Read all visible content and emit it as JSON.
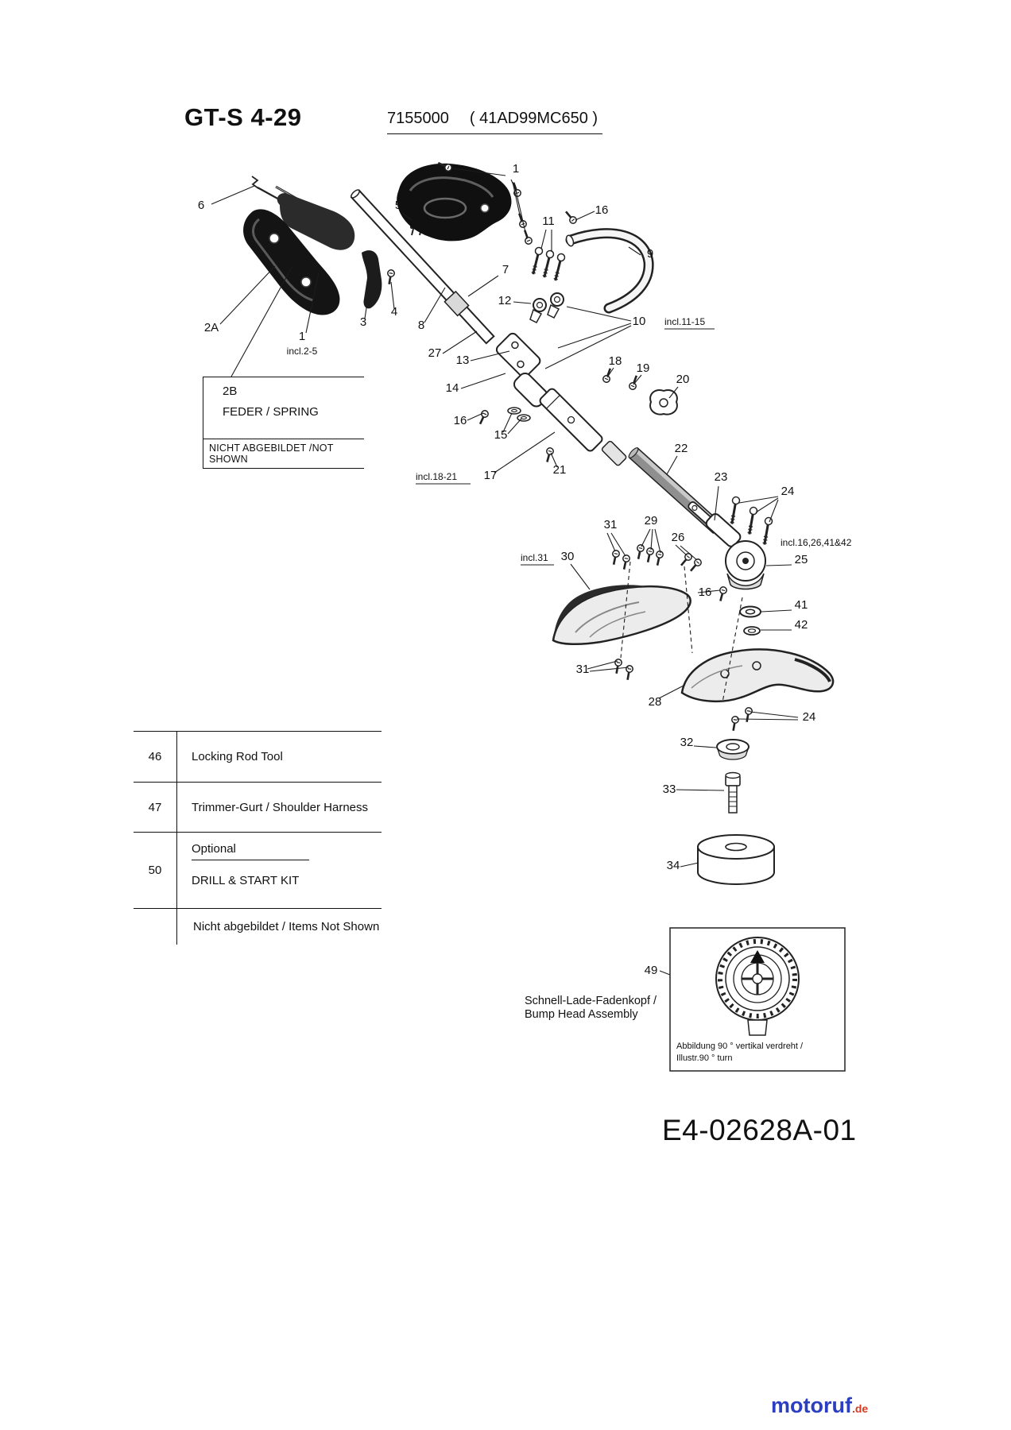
{
  "page": {
    "title": "GT-S 4-29",
    "subtitle_code": "7155000",
    "subtitle_variant": "( 41AD99MC650 )",
    "doc_number": "E4-02628A-01"
  },
  "callouts": {
    "n6": "6",
    "n1_top": "1",
    "n16_top": "16",
    "n11": "11",
    "n9": "9",
    "n5": "5",
    "n7": "7",
    "n2a": "2A",
    "n3": "3",
    "n4": "4",
    "n1_handle": "1",
    "incl_2_5": "incl.2-5",
    "n8": "8",
    "n12": "12",
    "n10": "10",
    "incl_11_15": "incl.11-15",
    "n27": "27",
    "n13": "13",
    "n18": "18",
    "n19": "19",
    "n14": "14",
    "n20": "20",
    "n16_mid": "16",
    "n15": "15",
    "n22": "22",
    "n17": "17",
    "incl_18_21": "incl.18-21",
    "n21": "21",
    "n23": "23",
    "n24_top": "24",
    "n31_top": "31",
    "n29": "29",
    "n26": "26",
    "incl_16_26": "incl.16,26,41&42",
    "n30": "30",
    "incl_31": "incl.31",
    "n25": "25",
    "n16_low": "16",
    "n41": "41",
    "n42": "42",
    "n31_low": "31",
    "n28": "28",
    "n24_low": "24",
    "n32": "32",
    "n33": "33",
    "n34": "34",
    "n49": "49"
  },
  "spring_box": {
    "id": "2B",
    "label": "FEDER / SPRING",
    "note": "NICHT ABGEBILDET /NOT SHOWN"
  },
  "parts_table": {
    "rows": [
      {
        "num": "46",
        "label": "Locking Rod Tool"
      },
      {
        "num": "47",
        "label": "Trimmer-Gurt / Shoulder Harness"
      },
      {
        "num": "50",
        "sublabel": "Optional",
        "label": "DRILL & START KIT"
      }
    ],
    "footer": "Nicht abgebildet / Items Not Shown"
  },
  "bump_head": {
    "caption_de": "Schnell-Lade-Fadenkopf /",
    "caption_en": "Bump Head Assembly",
    "note_de": "Abbildung 90 ° vertikal verdreht /",
    "note_en": "Illustr.90 ° turn"
  },
  "logo": {
    "brand": "motoruf",
    "tld": ".de"
  },
  "colors": {
    "line": "#1c1c1c",
    "brand_blue": "#2b3fc0",
    "brand_red": "#d93a23"
  }
}
